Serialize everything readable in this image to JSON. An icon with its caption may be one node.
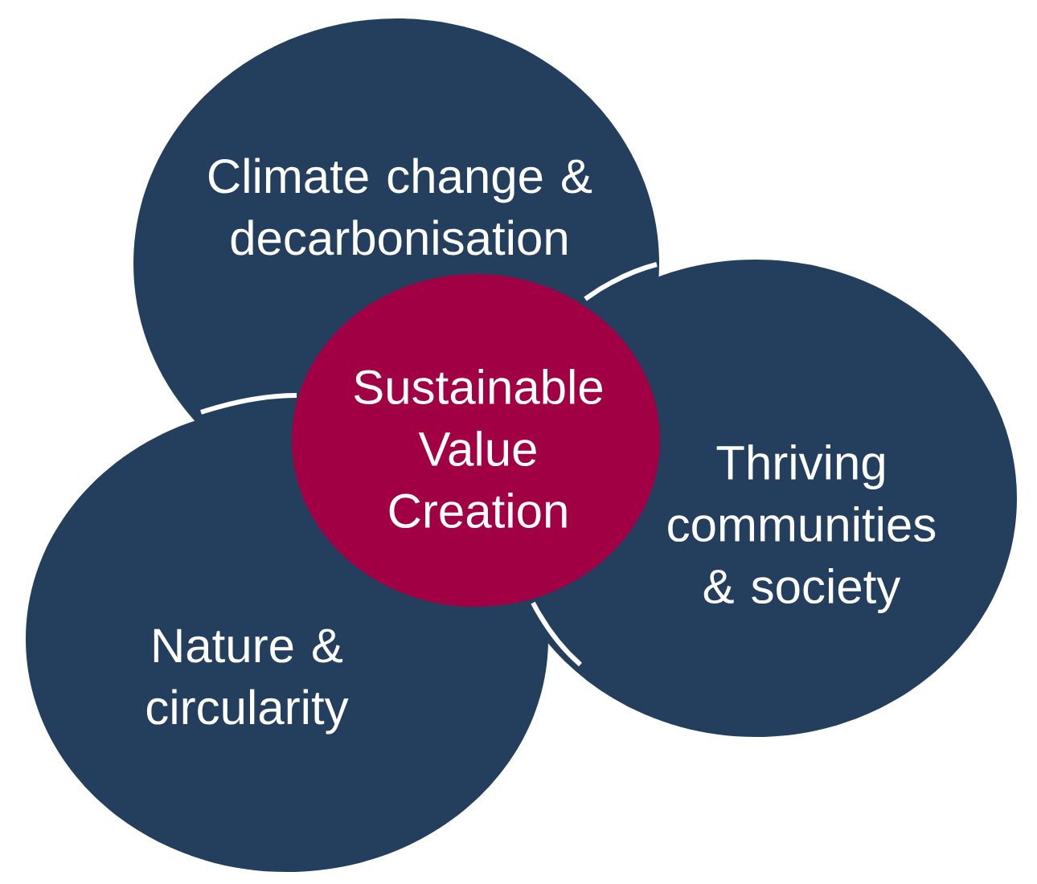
{
  "diagram": {
    "nodes": [
      {
        "text": [
          "Climate change & decarbonisation"
        ]
      },
      {
        "text": [
          "Sustainable Value Creation"
        ]
      },
      {
        "text": [
          "Thriving communities & society"
        ]
      },
      {
        "text": [
          "Nature & circularity"
        ]
      }
    ]
  }
}
